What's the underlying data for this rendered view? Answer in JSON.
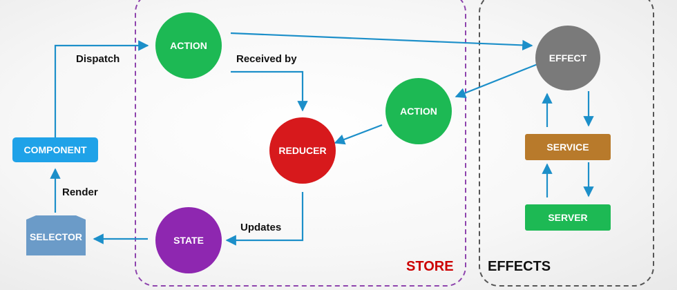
{
  "regions": {
    "store": {
      "label": "STORE",
      "color": "#cc0000",
      "border_color": "#8e44ad"
    },
    "effects": {
      "label": "EFFECTS",
      "color": "#111111",
      "border_color": "#555555"
    }
  },
  "nodes": {
    "action_top": {
      "label": "ACTION",
      "shape": "circle",
      "color": "#1db954"
    },
    "reducer": {
      "label": "REDUCER",
      "shape": "circle",
      "color": "#d7191c"
    },
    "action_mid": {
      "label": "ACTION",
      "shape": "circle",
      "color": "#1db954"
    },
    "state": {
      "label": "STATE",
      "shape": "circle",
      "color": "#8e27b0"
    },
    "effect": {
      "label": "EFFECT",
      "shape": "circle",
      "color": "#7a7a7a"
    },
    "service": {
      "label": "SERVICE",
      "shape": "rect",
      "color": "#b87a2b"
    },
    "server": {
      "label": "SERVER",
      "shape": "rect",
      "color": "#1db954"
    },
    "component": {
      "label": "COMPONENT",
      "shape": "rect",
      "color": "#1fa2e8"
    },
    "selector": {
      "label": "SELECTOR",
      "shape": "folder",
      "color": "#6b9bc8"
    }
  },
  "edges": {
    "dispatch": {
      "label": "Dispatch"
    },
    "received_by": {
      "label": "Received by"
    },
    "updates": {
      "label": "Updates"
    },
    "render": {
      "label": "Render"
    }
  },
  "edge_color": "#1c8fc9"
}
